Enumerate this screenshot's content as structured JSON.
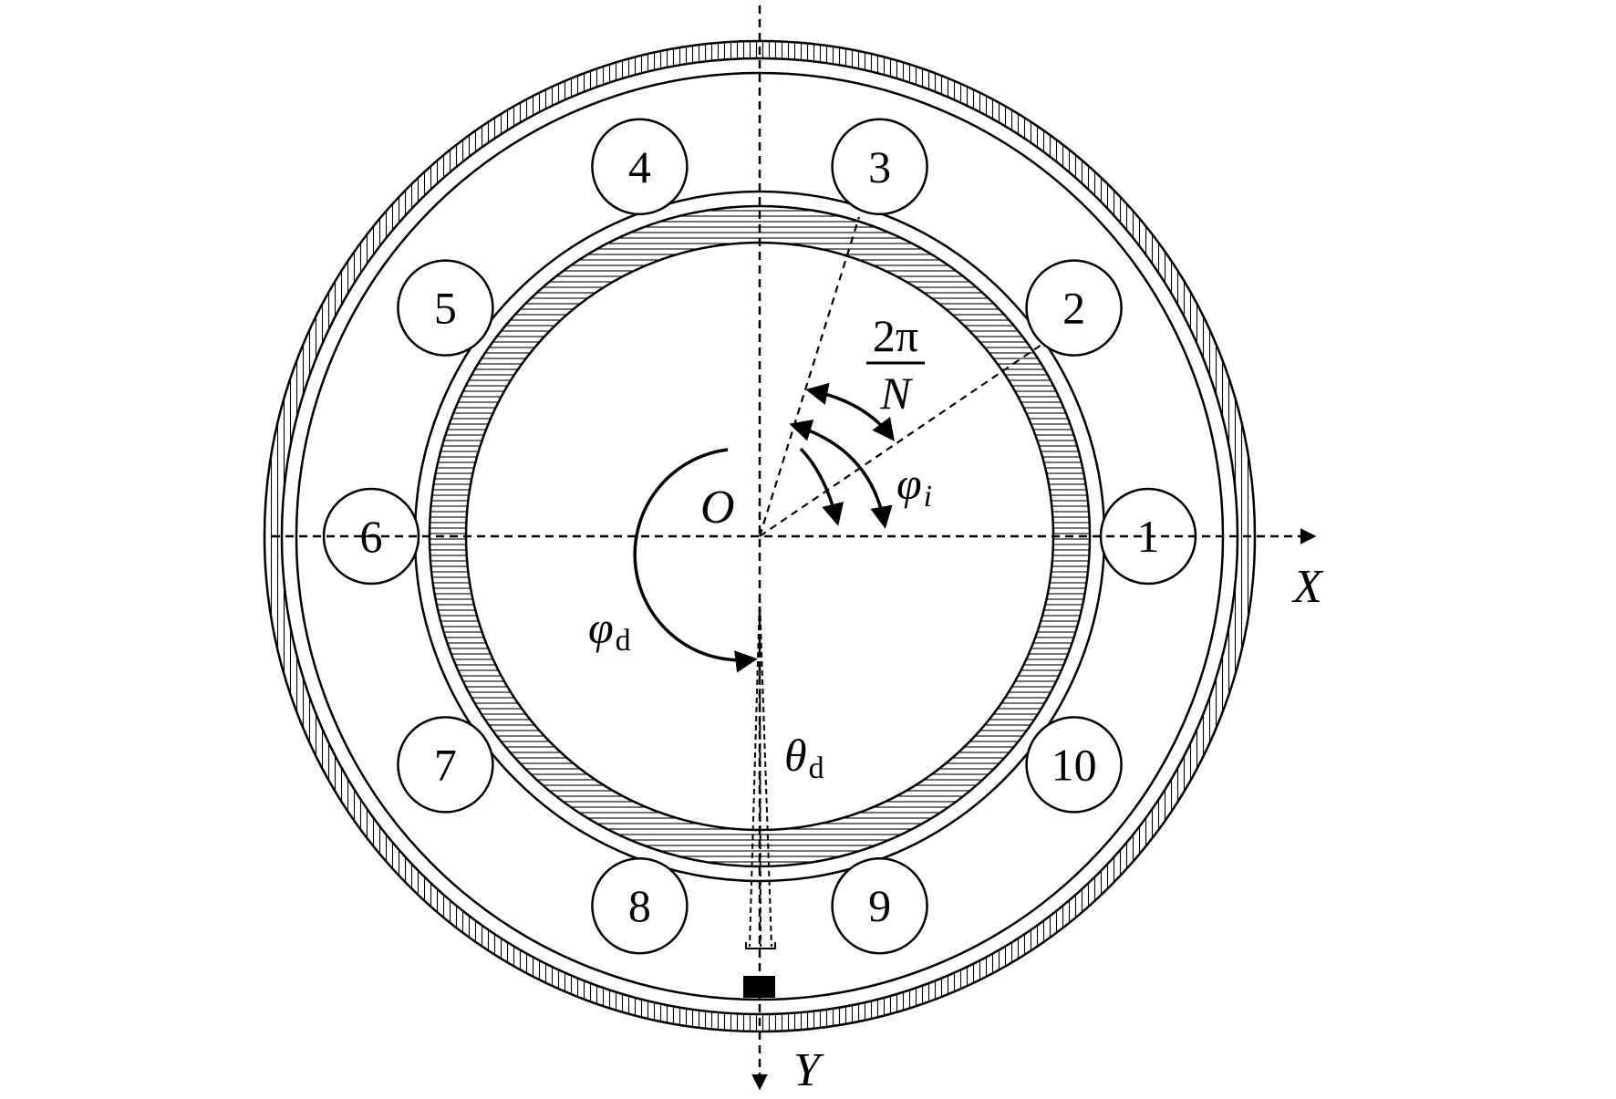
{
  "diagram": {
    "balls": [
      {
        "label": "1",
        "angle_deg": 0
      },
      {
        "label": "2",
        "angle_deg": 36
      },
      {
        "label": "3",
        "angle_deg": 72
      },
      {
        "label": "4",
        "angle_deg": 108
      },
      {
        "label": "5",
        "angle_deg": 144
      },
      {
        "label": "6",
        "angle_deg": 180
      },
      {
        "label": "7",
        "angle_deg": 216
      },
      {
        "label": "8",
        "angle_deg": 252
      },
      {
        "label": "9",
        "angle_deg": 288
      },
      {
        "label": "10",
        "angle_deg": 324
      }
    ],
    "labels": {
      "origin": "O",
      "x_axis": "X",
      "y_axis": "Y",
      "phi": "φ",
      "phi_i_sub": "i",
      "phi_d_sub": "d",
      "theta": "θ",
      "theta_d_sub": "d",
      "fraction_numerator": "2π",
      "fraction_denominator": "N"
    },
    "colors": {
      "stroke": "#000000",
      "background": "#ffffff"
    }
  }
}
